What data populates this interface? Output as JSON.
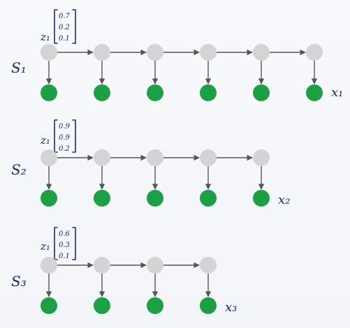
{
  "colors": {
    "hidden_node": "#d4d4d4",
    "observed_node": "#1e9e45",
    "edge": "#555555",
    "ink": "#1b2a6b",
    "background": "#f6f8fa"
  },
  "sequences": [
    {
      "label": "S₁",
      "hidden_count": 6,
      "observed_label": "x₁",
      "init_label": "z₁",
      "init_probs": [
        "0.7",
        "0.2",
        "0.1"
      ]
    },
    {
      "label": "S₂",
      "hidden_count": 5,
      "observed_label": "x₂",
      "init_label": "z₁",
      "init_probs": [
        "0.9",
        "0.9",
        "0.2"
      ]
    },
    {
      "label": "S₃",
      "hidden_count": 4,
      "observed_label": "x₃",
      "init_label": "z₁",
      "init_probs": [
        "0.6",
        "0.3",
        "0.1"
      ]
    }
  ]
}
